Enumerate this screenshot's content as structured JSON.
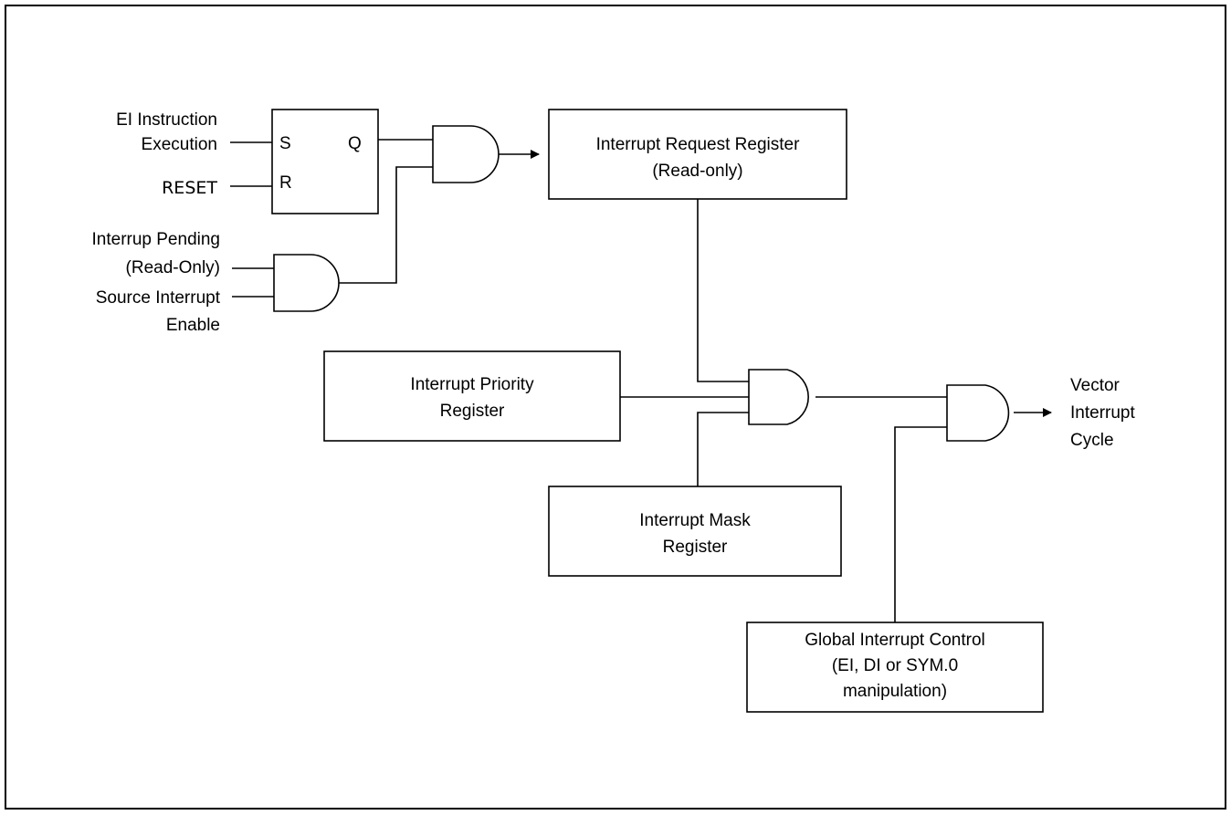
{
  "flipflop": {
    "s_label": "S",
    "r_label": "R",
    "q_label": "Q"
  },
  "inputs": {
    "ei_instruction_line1": "EI Instruction",
    "ei_instruction_line2": "Execution",
    "reset": "RESET",
    "interrup_pending_line1": "Interrup Pending",
    "interrup_pending_line2": "(Read-Only)",
    "source_interrupt_line1": "Source Interrupt",
    "source_interrupt_line2": "Enable"
  },
  "registers": {
    "request_line1": "Interrupt Request Register",
    "request_line2": "(Read-only)",
    "priority_line1": "Interrupt Priority",
    "priority_line2": "Register",
    "mask_line1": "Interrupt Mask",
    "mask_line2": "Register",
    "global_line1": "Global Interrupt Control",
    "global_line2": "(EI, DI or SYM.0",
    "global_line3": "manipulation)"
  },
  "output": {
    "line1": "Vector",
    "line2": "Interrupt",
    "line3": "Cycle"
  }
}
